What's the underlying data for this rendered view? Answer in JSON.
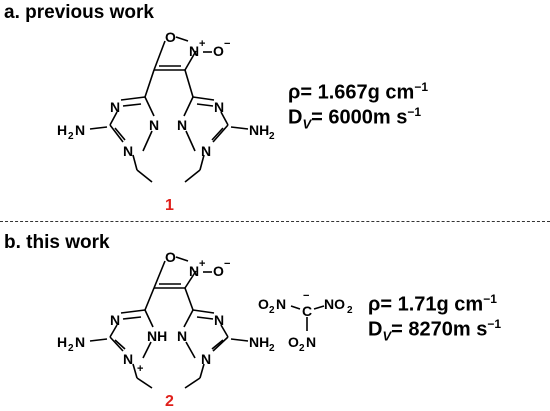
{
  "section_a": {
    "title": "a. previous work",
    "compound_number": "1",
    "density_label": "ρ= 1.667g cm",
    "density_exp": "−1",
    "detonation_symbol": "D",
    "detonation_subscript": "V",
    "detonation_value": "= 6000m s",
    "detonation_exp": "−1"
  },
  "section_b": {
    "title": "b. this work",
    "compound_number": "2",
    "density_label": "ρ= 1.71g cm",
    "density_exp": "−1",
    "detonation_symbol": "D",
    "detonation_subscript": "V",
    "detonation_value": "= 8270m s",
    "detonation_exp": "−1"
  },
  "atoms": {
    "N": "N",
    "O": "O",
    "C": "C",
    "H2N": "H",
    "NH2_N": "NH",
    "two": "2",
    "NH": "NH",
    "NO2_N": "NO",
    "O2N_O": "O",
    "O2N_N": "N",
    "plus": "+",
    "minus": "−"
  },
  "colors": {
    "compound_number": "#e0201b",
    "text": "#000000"
  }
}
